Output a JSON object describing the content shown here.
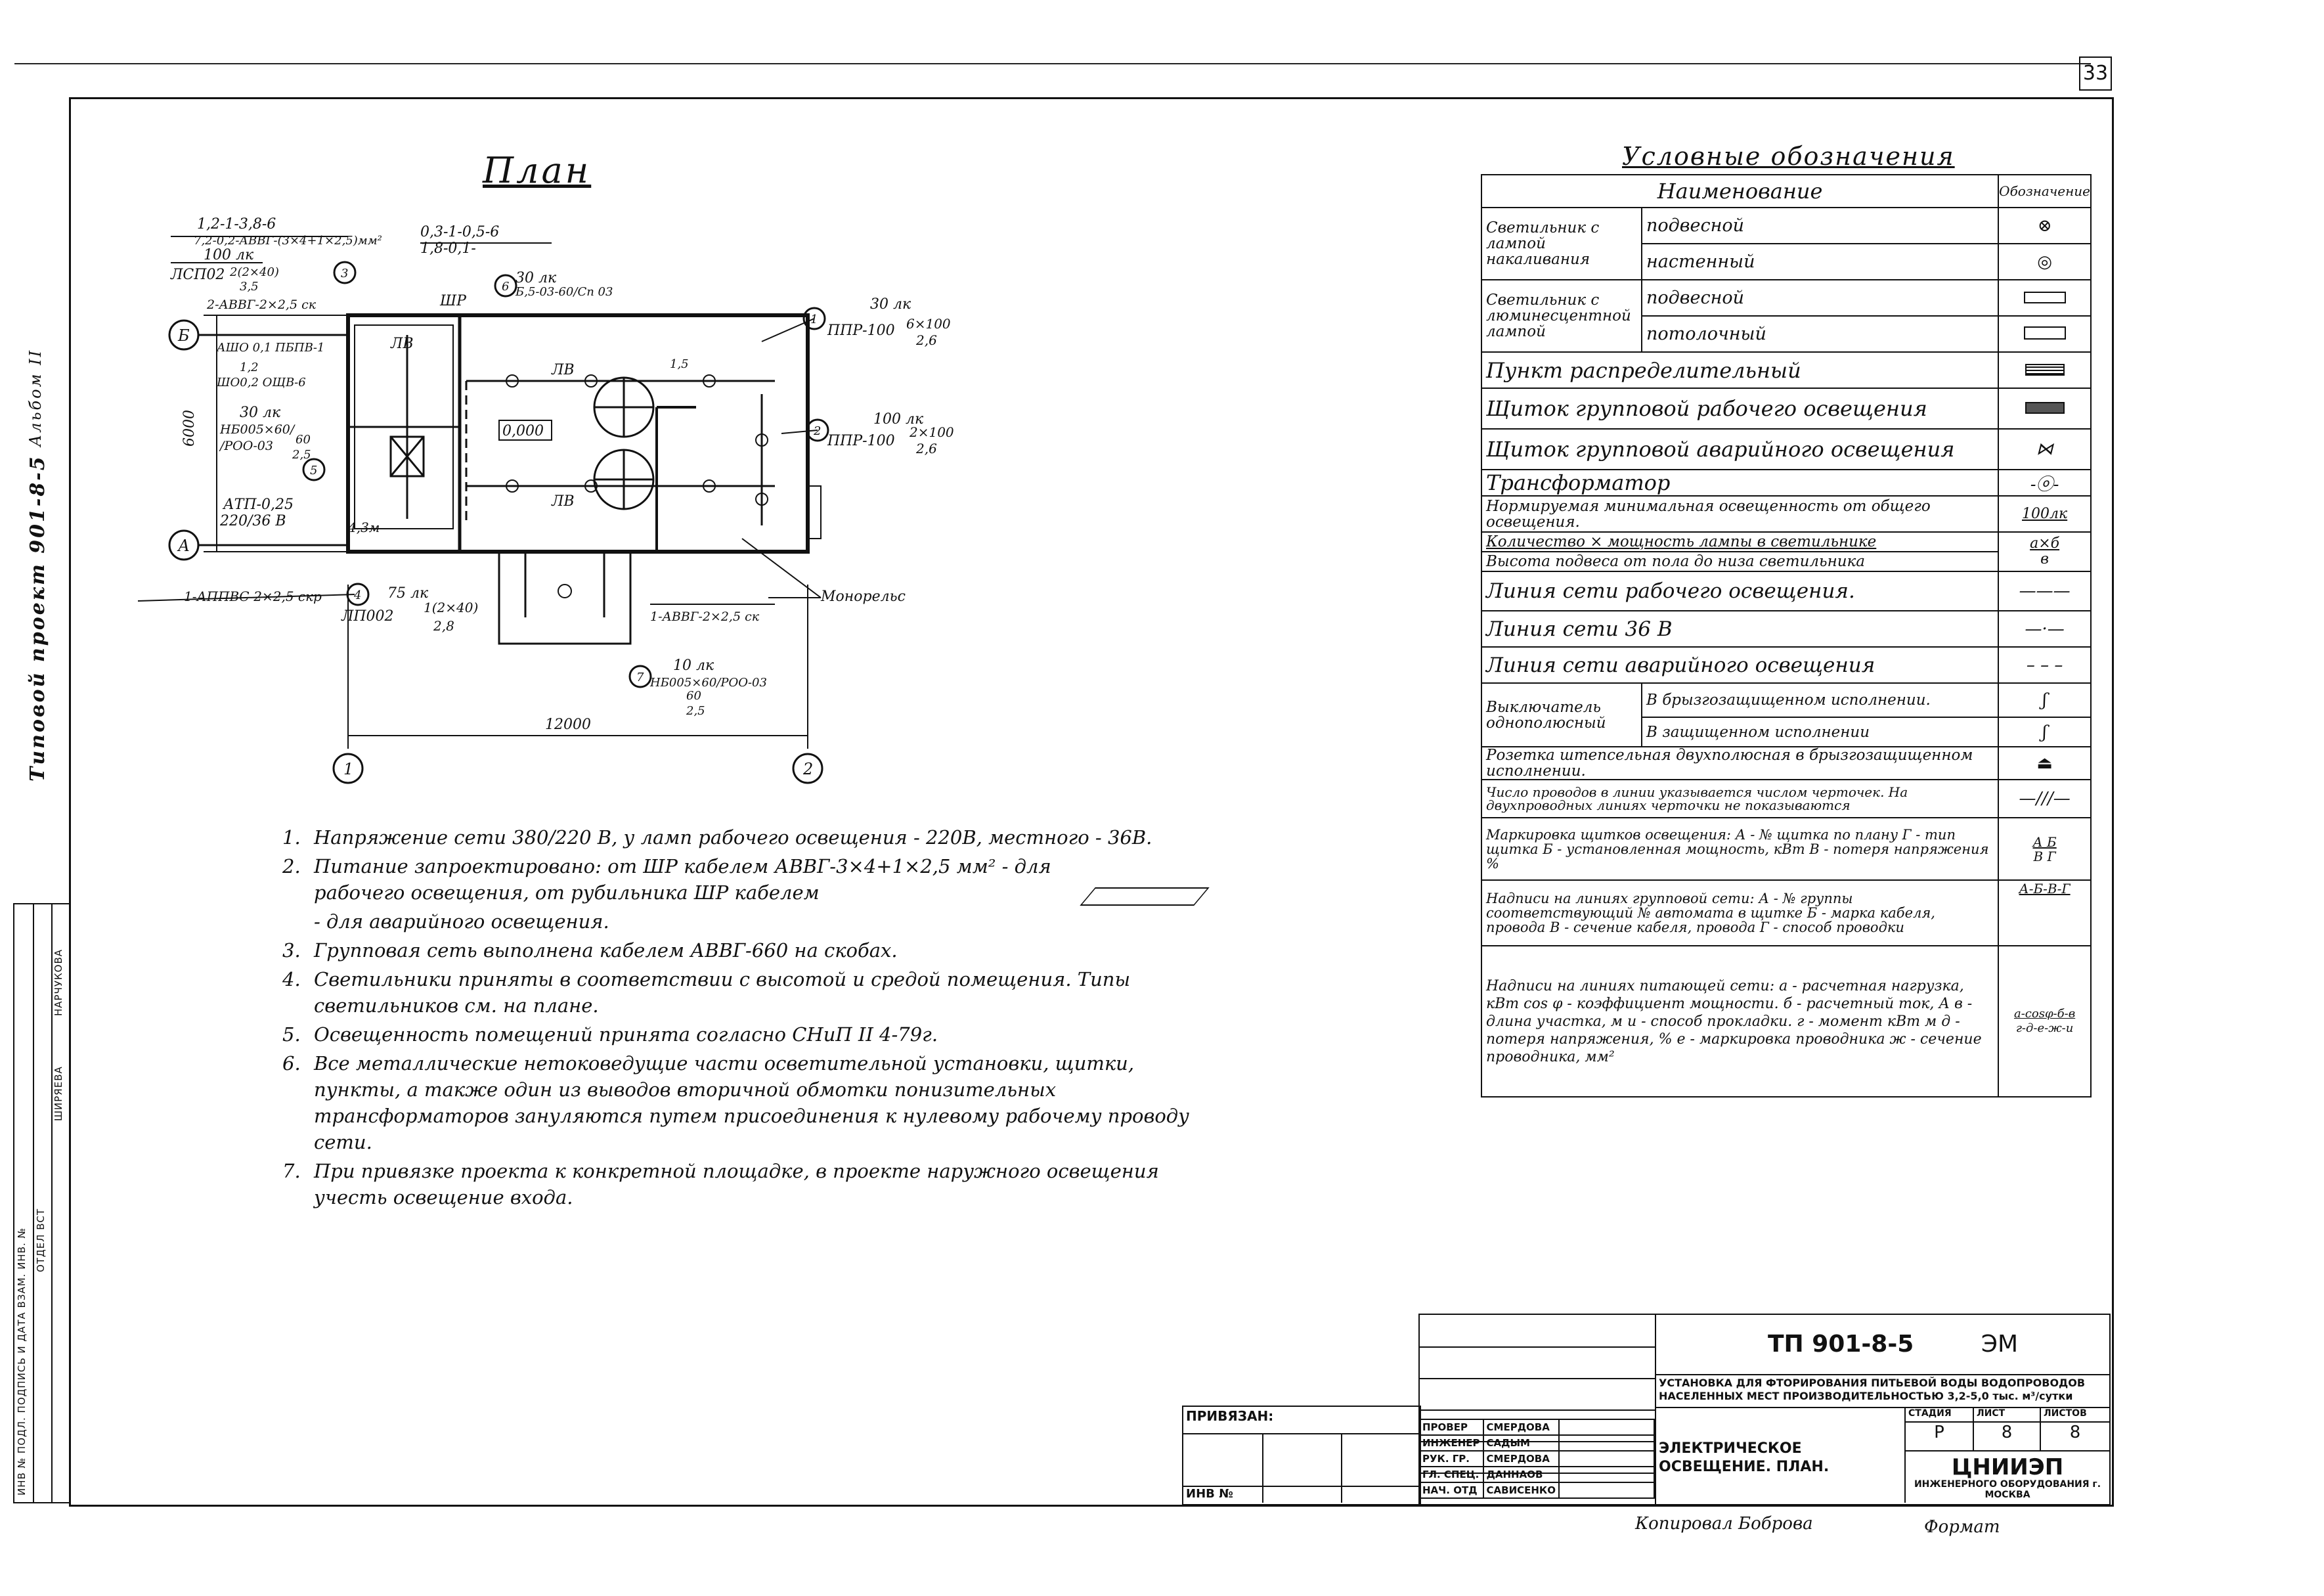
{
  "page_number": "33",
  "left_vertical": {
    "album": "Альбом II",
    "project": "Типовой проект 901-8-5"
  },
  "plan": {
    "title": "План",
    "labels": {
      "l1": "1,2-1-3,8-6",
      "l2": "7,2-0,2-АВВГ-(3×4+1×2,5)мм²",
      "l3": "100 лк",
      "l4": "ЛСП02",
      "l5": "2(2×40)",
      "l6": "3,5",
      "l7": "2-АВВГ-2×2,5 ск",
      "l8": "0,3-1-0,5-6",
      "l9": "1,8-0,1-",
      "l10": "30 лк",
      "l11": "Б,5-03-60/Сп 03",
      "l12": "ШР",
      "l13": "30 лк",
      "l14": "ППР-100",
      "l15": "6×100",
      "l16": "2,6",
      "l17": "АШО 0,1 ПБПВ-1",
      "l18": "1,2",
      "l19": "ШО0,2 ОЩВ-6",
      "l20": "30 лк",
      "l21": "НБ005×60/",
      "l22": "/РОО-03",
      "l23": "60",
      "l24": "2,5",
      "l25": "АТП-0,25",
      "l26": "220/36 В",
      "l27": "100 лк",
      "l28": "ППР-100",
      "l29": "2×100",
      "l30": "2,6",
      "l31": "ЛВ",
      "l32": "ЛВ",
      "l33": "ЛВ",
      "l34": "0,000",
      "l35": "1,5",
      "l36": "4,3м",
      "l37": "75 лк",
      "l38": "ЛП002",
      "l39": "1(2×40)",
      "l40": "2,8",
      "l41": "1-АППВС-2×2,5 скр",
      "l42": "1-АВВГ-2×2,5 ск",
      "l43": "Монорельс",
      "l44": "10 лк",
      "l45": "НБ005×60/РОО-03",
      "l46": "60",
      "l47": "2,5",
      "l48": "12000",
      "l49": "6000",
      "ax_b": "Б",
      "ax_a": "А",
      "ax_1": "1",
      "ax_2": "2",
      "c1": "1",
      "c2": "2",
      "c3": "3",
      "c4": "4",
      "c5": "5",
      "c6": "6",
      "c7": "7"
    }
  },
  "notes": [
    {
      "num": "1.",
      "text": "Напряжение сети 380/220 В, у ламп рабочего освещения - 220В, местного - 36В."
    },
    {
      "num": "2.",
      "text": "Питание запроектировано: от ШР кабелем АВВГ-3×4+1×2,5 мм² - для рабочего освещения, от рубильника ШР кабелем"
    },
    {
      "num": "",
      "text": "- для аварийного освещения."
    },
    {
      "num": "3.",
      "text": "Групповая сеть выполнена кабелем АВВГ-660 на скобах."
    },
    {
      "num": "4.",
      "text": "Светильники приняты в соответствии с высотой и средой помещения. Типы светильников см. на плане."
    },
    {
      "num": "5.",
      "text": "Освещенность помещений принята согласно СНиП II 4-79г."
    },
    {
      "num": "6.",
      "text": "Все металлические нетоковедущие части осветительной установки, щитки, пункты, а также один из выводов вторичной обмотки понизительных трансформаторов зануляются путем присоединения к нулевому рабочему проводу сети."
    },
    {
      "num": "7.",
      "text": "При привязке проекта к конкретной площадке, в проекте наружного освещения учесть освещение входа."
    }
  ],
  "legend": {
    "title": "Условные обозначения",
    "col_name": "Наименование",
    "col_symbol": "Обозначение",
    "rows": {
      "r1a": "Светильник с лампой накаливания",
      "r1b": "подвесной",
      "r1c": "настенный",
      "r2a": "Светильник с люминесцентной лампой",
      "r2b": "подвесной",
      "r2c": "потолочный",
      "r3": "Пункт распределительный",
      "r4": "Щиток групповой рабочего освещения",
      "r5": "Щиток групповой аварийного освещения",
      "r6": "Трансформатор",
      "r7": "Нормируемая минимальная освещенность от общего освещения.",
      "r7s": "100лк",
      "r8": "Количество × мощность лампы в светильнике",
      "r8s_top": "а×б",
      "r8s_bot": "в",
      "r9": "Высота подвеса от пола до низа светильника",
      "r10": "Линия сети рабочего освещения.",
      "r11": "Линия сети 36 В",
      "r12": "Линия сети аварийного освещения",
      "r13a": "Выключатель однополюсный",
      "r13b": "В брызгозащищенном исполнении.",
      "r13c": "В защищенном исполнении",
      "r14": "Розетка штепсельная двухполюсная в брызгозащищенном исполнении.",
      "r15": "Число проводов в линии указывается числом черточек. На двухпроводных линиях черточки не показываются",
      "r16": "Маркировка щитков освещения: А - № щитка по плану  Г - тип щитка  Б - установленная мощность, кВт  В - потеря напряжения %",
      "r16s_top": "А Б",
      "r16s_bot": "В Г",
      "r17": "Надписи на линиях групповой сети: А - № группы соответствующий № автомата в щитке  Б - марка кабеля, провода  В - сечение кабеля, провода  Г - способ проводки",
      "r17s": "А-Б-В-Г",
      "r18": "Надписи на линиях питающей сети: а - расчетная нагрузка, кВт  cos φ - коэффициент мощности.  б - расчетный ток, А  в - длина участка, м  и - способ прокладки.  г - момент кВт м  д - потеря напряжения, %  е - маркировка проводника  ж - сечение проводника, мм²",
      "r18s_top": "а-cosφ-б-в",
      "r18s_bot": "г-д-е-ж-и"
    }
  },
  "title_block": {
    "code": "ТП 901-8-5",
    "mark": "ЭМ",
    "object": "УСТАНОВКА ДЛЯ ФТОРИРОВАНИЯ ПИТЬЕВОЙ ВОДЫ ВОДОПРОВОДОВ НАСЕЛЕННЫХ МЕСТ ПРОИЗВОДИТЕЛЬНОСТЬЮ 3,2-5,0 тыс. м³/сутки",
    "stage_h": "СТАДИЯ",
    "sheet_h": "ЛИСТ",
    "sheets_h": "ЛИСТОВ",
    "stage": "Р",
    "sheet": "8",
    "sheets": "8",
    "drawing": "ЭЛЕКТРИЧЕСКОЕ ОСВЕЩЕНИЕ. ПЛАН.",
    "org": "ЦНИИЭП",
    "org_sub": "ИНЖЕНЕРНОГО ОБОРУДОВАНИЯ г. МОСКВА",
    "privyazan": "ПРИВЯЗАН:",
    "inv": "ИНВ №",
    "roles": [
      {
        "role": "ПРОВЕР",
        "name": "СМЕРДОВА"
      },
      {
        "role": "ИНЖЕНЕР",
        "name": "САДЫМ"
      },
      {
        "role": "РУК. ГР.",
        "name": "СМЕРДОВА"
      },
      {
        "role": "ГЛ. СПЕЦ.",
        "name": "ДАННАОВ"
      },
      {
        "role": "НАЧ. ОТД",
        "name": "САВИСЕНКО"
      }
    ],
    "kopiroval": "Копировал Боброва",
    "format": "Формат"
  },
  "left_stamp": {
    "c1": "ОТДЕЛ ВСТ",
    "c2": "ШИРЯЕВА",
    "c3": "НАРЧУКОВА",
    "c4": "ИНВ № ПОДЛ. ПОДПИСЬ И ДАТА ВЗАМ. ИНВ. №"
  }
}
